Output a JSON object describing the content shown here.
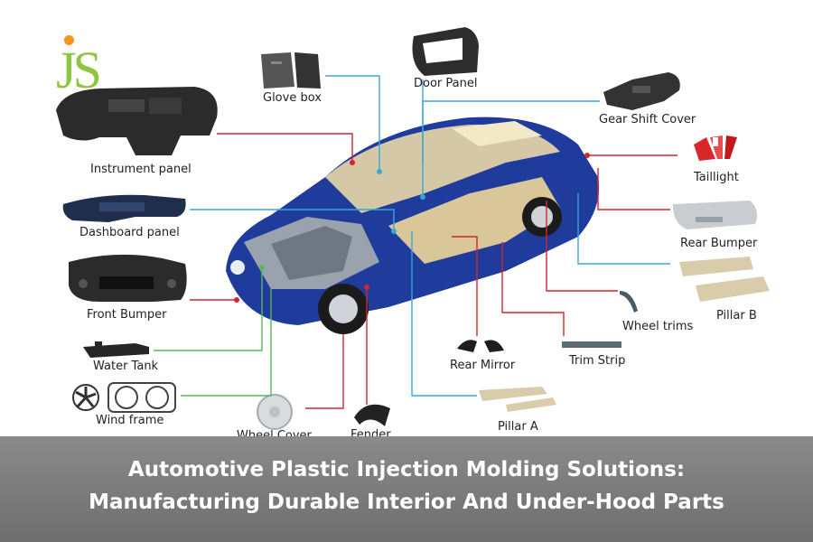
{
  "logo": {
    "text": "JS"
  },
  "colors": {
    "red_line": "#d3262b",
    "blue_line": "#38a7d8",
    "green_line": "#5cb85c",
    "car_body": "#1f3b9c",
    "banner": "#777777"
  },
  "parts": {
    "instrument_panel": "Instrument panel",
    "glove_box": "Glove box",
    "door_panel": "Door Panel",
    "gear_shift_cover": "Gear Shift Cover",
    "taillight": "Taillight",
    "dashboard_panel": "Dashboard panel",
    "rear_bumper": "Rear Bumper",
    "front_bumper": "Front Bumper",
    "pillar_b": "Pillar B",
    "wheel_trims": "Wheel trims",
    "water_tank": "Water Tank",
    "rear_mirror": "Rear Mirror",
    "trim_strip": "Trim Strip",
    "wind_frame": "Wind frame",
    "pillar_a": "Pillar A",
    "wheel_cover": "Wheel Cover",
    "fender": "Fender"
  },
  "banner": {
    "line1": "Automotive Plastic Injection Molding Solutions:",
    "line2": "Manufacturing Durable Interior And Under-Hood Parts"
  }
}
